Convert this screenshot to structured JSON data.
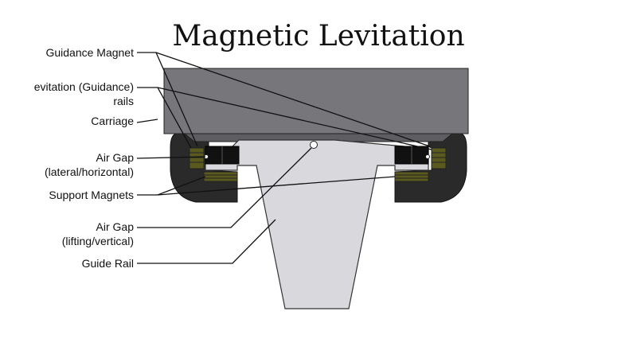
{
  "title": "Magnetic Levitation",
  "labels": {
    "guidance_magnet": "Guidance Magnet",
    "levitation_rails_line1": "evitation (Guidance)",
    "levitation_rails_line2": "rails",
    "carriage": "Carriage",
    "air_gap_lateral_line1": "Air Gap",
    "air_gap_lateral_line2": "(lateral/horizontal)",
    "support_magnets": "Support Magnets",
    "air_gap_lifting_line1": "Air Gap",
    "air_gap_lifting_line2": "(lifting/vertical)",
    "guide_rail": "Guide Rail"
  },
  "colors": {
    "carriage": "#77777b",
    "housing": "#2a2a2a",
    "guide_rail": "#d9d9dd",
    "magnet": "#111111",
    "coil": "#5b5a1e",
    "background": "#ffffff"
  }
}
